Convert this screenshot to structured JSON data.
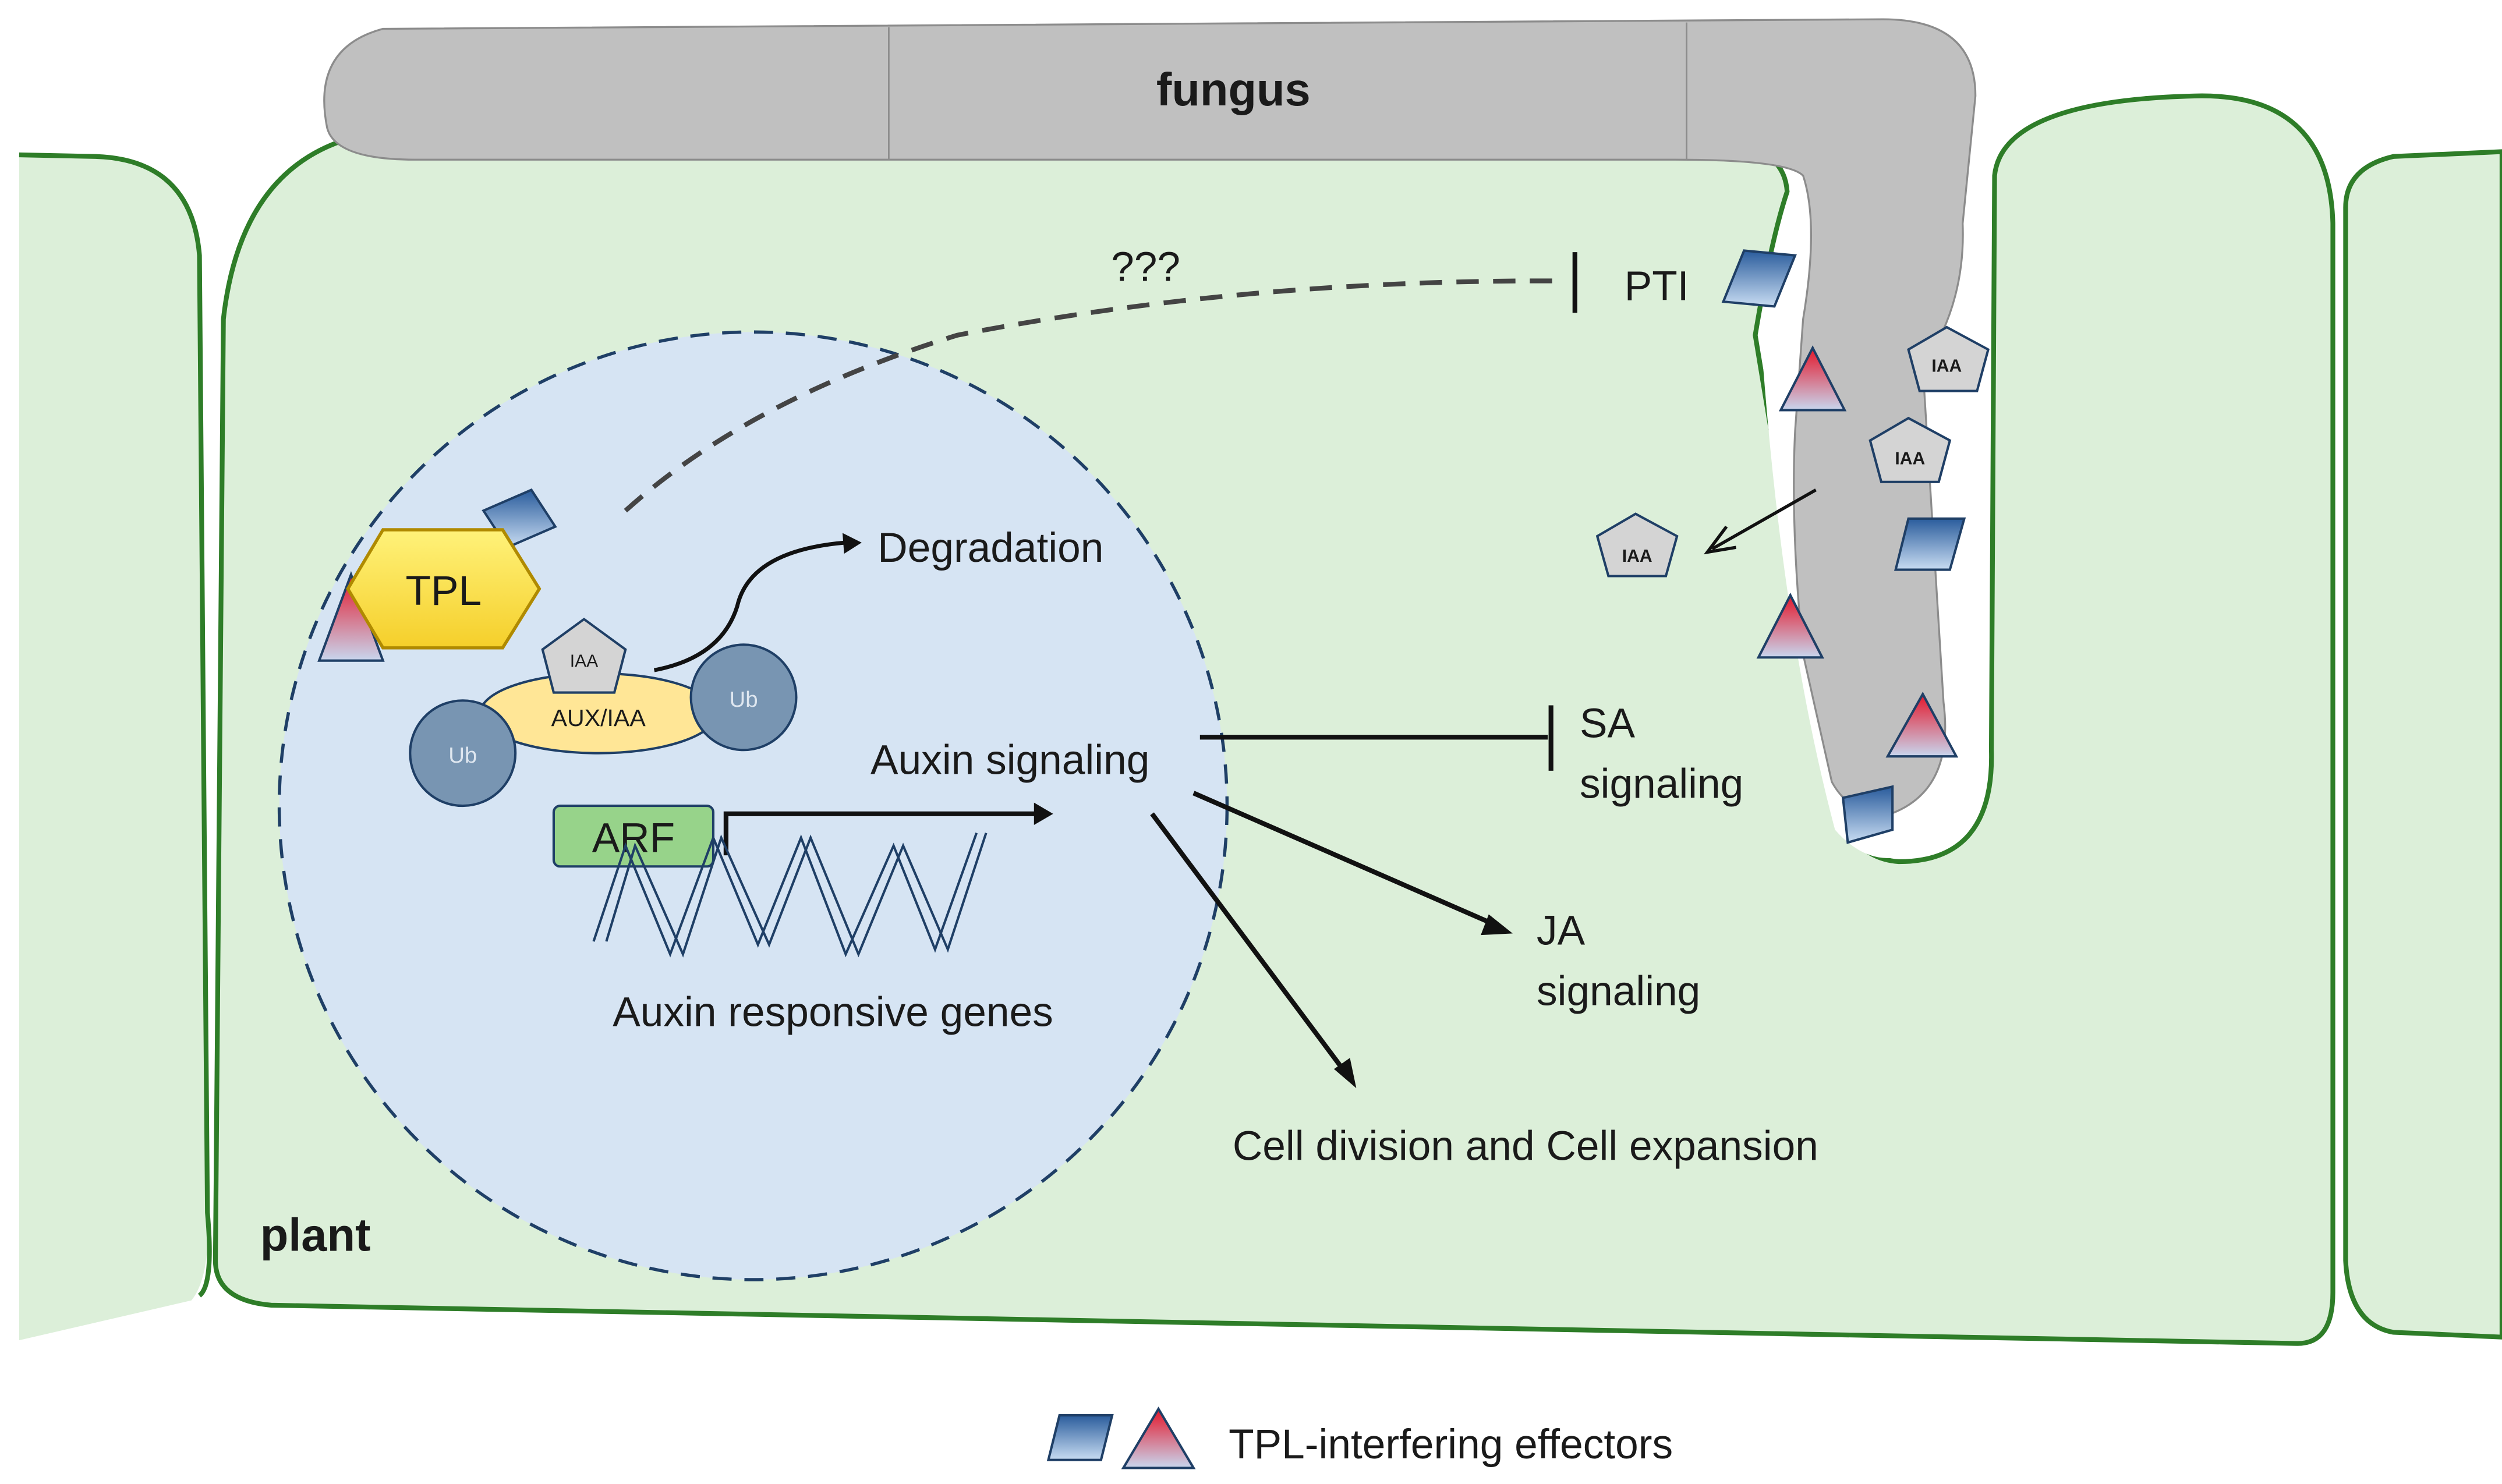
{
  "labels": {
    "fungus": "fungus",
    "plant": "plant",
    "unknown": "???",
    "pti": "PTI",
    "tpl": "TPL",
    "iaa": "IAA",
    "aux_iaa": "AUX/IAA",
    "ub": "Ub",
    "arf": "ARF",
    "degradation": "Degradation",
    "auxin_signaling": "Auxin signaling",
    "auxin_responsive_genes": "Auxin responsive genes",
    "sa_line1": "SA",
    "sa_line2": "signaling",
    "ja_line1": "JA",
    "ja_line2": "signaling",
    "cell_division": "Cell division and Cell expansion"
  },
  "legend": {
    "label": "TPL-interfering effectors",
    "symbols": [
      "blue-parallelogram-effector",
      "red-triangle-effector"
    ]
  },
  "colors": {
    "plant_cell_fill": "#dcefd9",
    "plant_wall": "#2e7d28",
    "nucleus_fill": "#d6e4f3",
    "nucleus_border": "#1f3f66",
    "fungus_fill": "#c0c0c0",
    "tpl_fill": "#ffe14d",
    "aux_iaa_fill": "#ffe696",
    "arf_fill": "#97d38a",
    "ub_fill": "#7895b2",
    "iaa_fill": "#d4d4d4",
    "effector_blue": "#2e5f9e",
    "effector_red": "#e02030"
  }
}
